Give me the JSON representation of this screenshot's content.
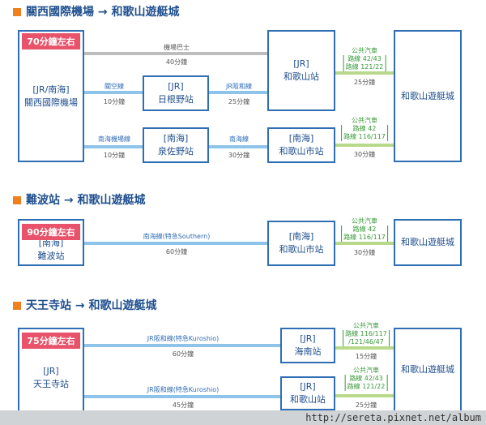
{
  "s1": {
    "title": "關西國際機場 → 和歌山遊艇城",
    "badge": "70分鐘左右",
    "origin": [
      "[JR/南海]",
      "關西國際機場"
    ],
    "top_route": "機場巴士",
    "top_time": "40分鐘",
    "jr_hinejia": [
      "[JR]",
      "日根野站"
    ],
    "jr_line1": "關空線",
    "jr_time1": "10分鐘",
    "jr_line2": "JR阪和線",
    "jr_time2": "25分鐘",
    "jr_wakayama": [
      "[JR]",
      "和歌山站"
    ],
    "bus_a": [
      "公共汽車",
      "路線 42/43",
      "路線 121/22"
    ],
    "bus_a_time": "25分鐘",
    "nankai_izumisano": [
      "[南海]",
      "泉佐野站"
    ],
    "nk_line1": "南海機場線",
    "nk_time1": "10分鐘",
    "nk_line2": "南海線",
    "nk_time2": "30分鐘",
    "nankai_wakayamashi": [
      "[南海]",
      "和歌山市站"
    ],
    "bus_b": [
      "公共汽車",
      "路線 42",
      "路線 116/117"
    ],
    "bus_b_time": "30分鐘",
    "dest": "和歌山遊艇城"
  },
  "s2": {
    "title": "難波站 → 和歌山遊艇城",
    "badge": "90分鐘左右",
    "origin": [
      "[南海]",
      "難波站"
    ],
    "route": "南海線(特急Southern)",
    "time": "60分鐘",
    "mid": [
      "[南海]",
      "和歌山市站"
    ],
    "bus": [
      "公共汽車",
      "路線 42",
      "路線 116/117"
    ],
    "bus_time": "30分鐘",
    "dest": "和歌山遊艇城"
  },
  "s3": {
    "title": "天王寺站 → 和歌山遊艇城",
    "badge": "75分鐘左右",
    "origin": [
      "[JR]",
      "天王寺站"
    ],
    "route1": "JR阪和線(特急Kuroshio)",
    "time1": "60分鐘",
    "mid1": [
      "[JR]",
      "海南站"
    ],
    "bus1": [
      "公共汽車",
      "路線 116/117",
      "/121/46/47"
    ],
    "bus1_time": "15分鐘",
    "route2": "JR阪和線(特急Kuroshio)",
    "time2": "45分鐘",
    "mid2": [
      "[JR]",
      "和歌山站"
    ],
    "bus2": [
      "公共汽車",
      "路線 42/43",
      "路線 121/22"
    ],
    "bus2_time": "25分鐘",
    "dest": "和歌山遊艇城"
  },
  "footer": "http://sereta.pixnet.net/album",
  "colors": {
    "box_border": "#2f6db5",
    "badge": "#e8526a",
    "rail": "#8ec4ea",
    "bus": "#b8d98a",
    "airport_bus": "#bdbdbd",
    "bullet": "#f07f1e"
  }
}
